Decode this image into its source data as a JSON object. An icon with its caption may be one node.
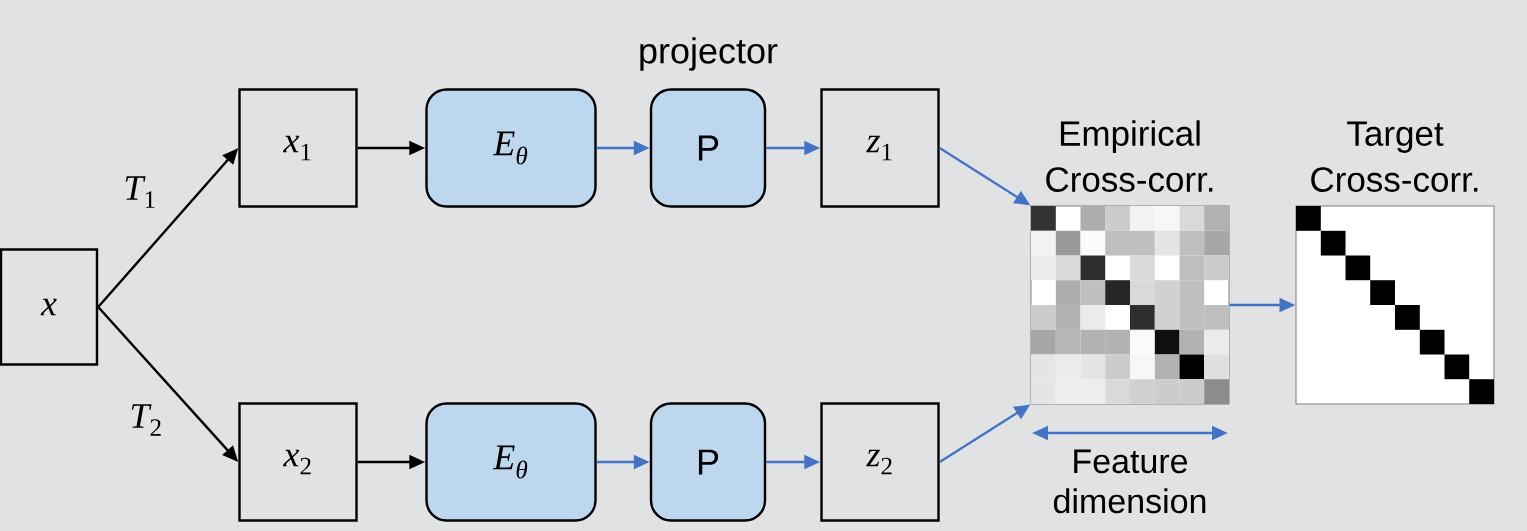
{
  "diagram": {
    "nodes": [
      {
        "text": [
          "x"
        ]
      },
      {
        "text": [
          "x_1"
        ]
      },
      {
        "text": [
          "E_\\theta"
        ]
      },
      {
        "text": [
          "projector",
          "P"
        ]
      },
      {
        "text": [
          "z_1"
        ]
      },
      {
        "text": [
          "x_2"
        ]
      },
      {
        "text": [
          "E_\\theta"
        ]
      },
      {
        "text": [
          "P"
        ]
      },
      {
        "text": [
          "z_2"
        ]
      },
      {
        "text": [
          "Empirical Cross-corr."
        ]
      },
      {
        "text": [
          "Target Cross-corr."
        ]
      }
    ],
    "edges": [
      {
        "from": 0,
        "to": 1,
        "arrow": "to",
        "label": "T_1",
        "color": "#000000"
      },
      {
        "from": 0,
        "to": 5,
        "arrow": "to",
        "label": "T_2",
        "color": "#000000"
      },
      {
        "from": 1,
        "to": 2,
        "arrow": "to",
        "color": "#000000"
      },
      {
        "from": 2,
        "to": 3,
        "arrow": "to"
      },
      {
        "from": 3,
        "to": 4,
        "arrow": "to"
      },
      {
        "from": 5,
        "to": 6,
        "arrow": "to",
        "color": "#000000"
      },
      {
        "from": 6,
        "to": 7,
        "arrow": "to"
      },
      {
        "from": 7,
        "to": 8,
        "arrow": "to"
      },
      {
        "from": 4,
        "to": 9,
        "arrow": "to"
      },
      {
        "from": 8,
        "to": 9,
        "arrow": "to"
      },
      {
        "from": 9,
        "to": 10,
        "arrow": "to"
      }
    ],
    "labels": [
      "Feature dimension"
    ]
  }
}
